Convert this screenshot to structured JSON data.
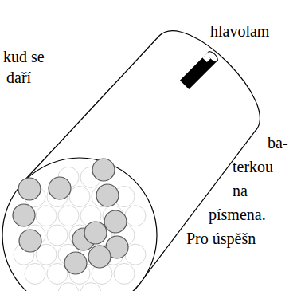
{
  "diagram": {
    "labels": [
      "hlavolam",
      "kud se",
      "daří",
      "ba-",
      "terkou",
      "na",
      "písmena.",
      "Pro úspěšn"
    ]
  }
}
